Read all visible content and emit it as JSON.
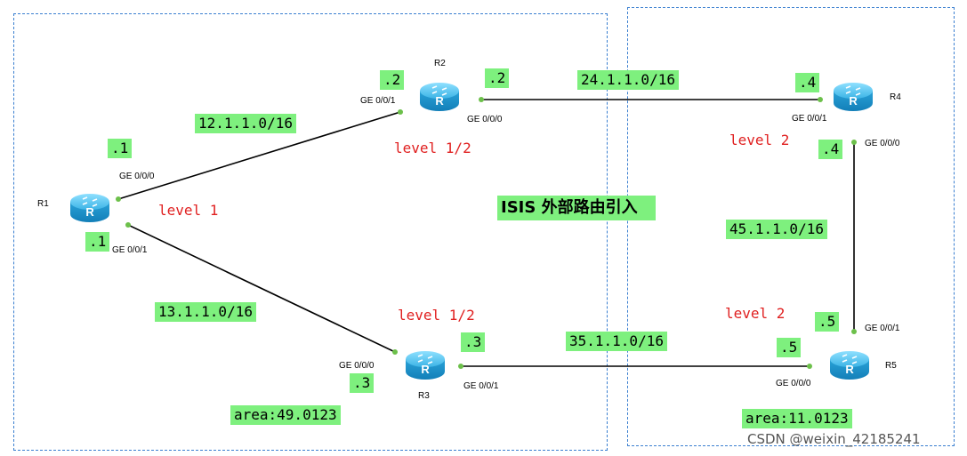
{
  "title": "ISIS 外部路由引入",
  "watermark": "CSDN @weixin_42185241",
  "routers": {
    "r1": "R1",
    "r2": "R2",
    "r3": "R3",
    "r4": "R4",
    "r5": "R5"
  },
  "networks": {
    "n12": "12.1.1.0/16",
    "n13": "13.1.1.0/16",
    "n24": "24.1.1.0/16",
    "n35": "35.1.1.0/16",
    "n45": "45.1.1.0/16"
  },
  "host_ids": {
    "r1_to_r2": ".1",
    "r1_to_r3": ".1",
    "r2_to_r1": ".2",
    "r2_to_r4": ".2",
    "r3_to_r1": ".3",
    "r3_to_r5": ".3",
    "r4_to_r2": ".4",
    "r4_to_r5": ".4",
    "r5_to_r4": ".5",
    "r5_to_r3": ".5"
  },
  "interfaces": {
    "r1_ge000": "GE 0/0/0",
    "r1_ge001": "GE 0/0/1",
    "r2_ge001": "GE 0/0/1",
    "r2_ge000": "GE 0/0/0",
    "r3_ge000": "GE 0/0/0",
    "r3_ge001": "GE 0/0/1",
    "r4_ge001": "GE 0/0/1",
    "r4_ge000": "GE 0/0/0",
    "r5_ge001": "GE 0/0/1",
    "r5_ge000": "GE 0/0/0"
  },
  "levels": {
    "r1": "level 1",
    "r2": "level 1/2",
    "r3": "level 1/2",
    "r4": "level 2",
    "r5": "level 2"
  },
  "areas": {
    "left": "area:49.0123",
    "right": "area:11.0123"
  },
  "colors": {
    "highlight": "#7ef07e",
    "level_text": "#e02020",
    "area_border": "#3a7fd0",
    "router_fill": "#3db4e6",
    "link": "#000000",
    "port": "#6cc04a"
  }
}
